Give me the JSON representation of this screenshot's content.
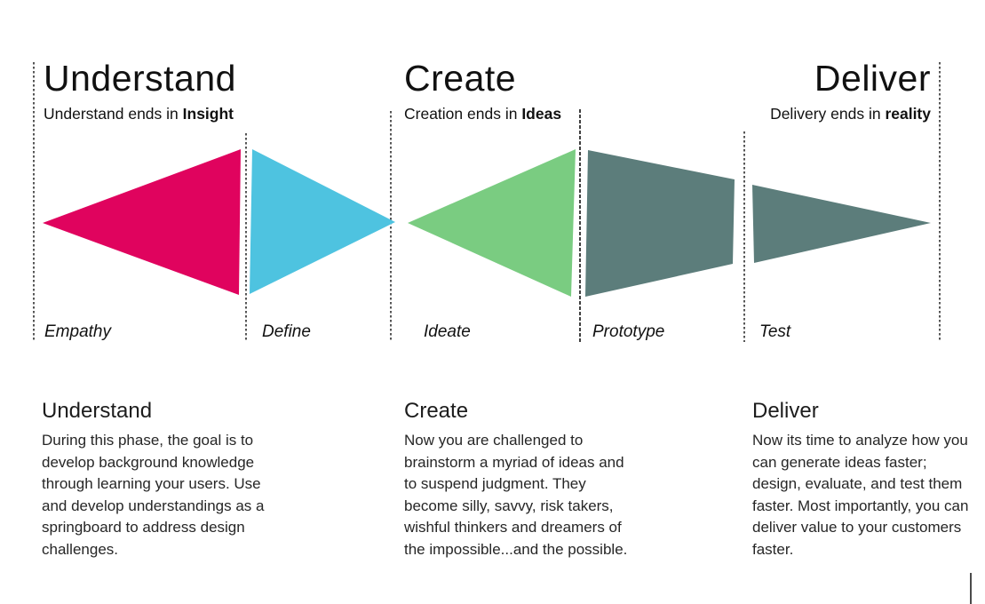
{
  "colors": {
    "empathy": "#E0035E",
    "define": "#4EC3E0",
    "ideate": "#7ACC81",
    "prototype": "#5C7D7B",
    "test": "#5C7D7B",
    "divider": "#2B2B2B"
  },
  "phases": [
    {
      "title": "Understand",
      "ends_prefix": "Understand ends in ",
      "ends_bold": "Insight"
    },
    {
      "title": "Create",
      "ends_prefix": "Creation ends in ",
      "ends_bold": "Ideas"
    },
    {
      "title": "Deliver",
      "ends_prefix": "Delivery ends in ",
      "ends_bold": "reality"
    }
  ],
  "stages": [
    "Empathy",
    "Define",
    "Ideate",
    "Prototype",
    "Test"
  ],
  "descriptions": [
    {
      "heading": "Understand",
      "body": "During this phase, the goal is to develop background knowledge through learning your users. Use and develop understandings as a springboard to address design challenges."
    },
    {
      "heading": "Create",
      "body": "Now you are challenged to brainstorm a myriad of ideas and to suspend judgment. They become silly, savvy, risk takers, wishful thinkers and dreamers of the impossible...and the possible."
    },
    {
      "heading": "Deliver",
      "body": "Now its time to analyze how you can generate ideas faster; design, evaluate, and test them faster. Most importantly, you can deliver value to your customers faster."
    }
  ]
}
